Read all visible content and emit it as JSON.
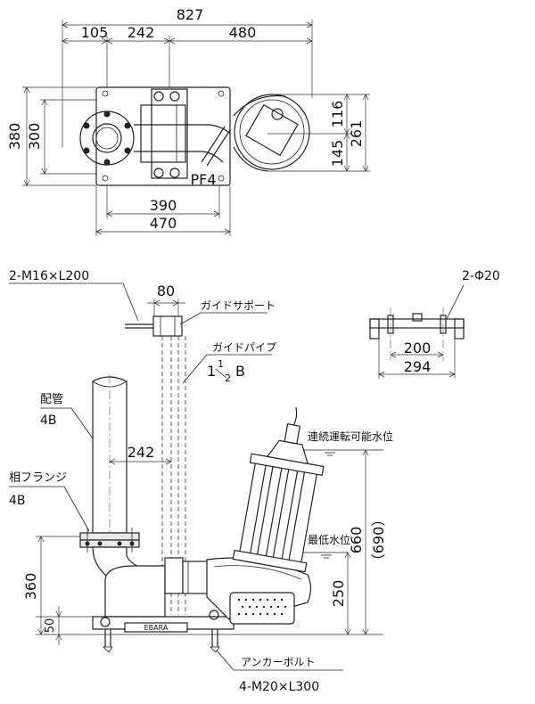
{
  "top_view": {
    "dims": {
      "overall_width": "827",
      "d105": "105",
      "d242": "242",
      "d480": "480",
      "d380": "380",
      "d300": "300",
      "d390": "390",
      "d470": "470",
      "d116": "116",
      "d145": "145",
      "d261": "261"
    },
    "pf4": "PF4"
  },
  "guide_support_view": {
    "phi_label": "2-Φ20",
    "d200": "200",
    "d294": "294"
  },
  "side_view": {
    "bolt_label": "2-M16×L200",
    "d80": "80",
    "guide_support": "ガイドサポート",
    "guide_pipe": "ガイドパイプ",
    "guide_pipe_size_whole": "1",
    "guide_pipe_size_num": "1",
    "guide_pipe_size_den": "2",
    "guide_pipe_size_unit": "B",
    "piping": "配管",
    "piping_size": "4B",
    "mating_flange": "相フランジ",
    "mating_flange_size": "4B",
    "d242": "242",
    "continuous_level": "連続運転可能水位",
    "min_level": "最低水位",
    "d660": "660",
    "d690": "（690）",
    "d360": "360",
    "d250": "250",
    "d50": "50",
    "anchor_bolt": "アンカーボルト",
    "anchor_bolt_spec": "4-M20×L300",
    "base_marking": "EBARA"
  }
}
